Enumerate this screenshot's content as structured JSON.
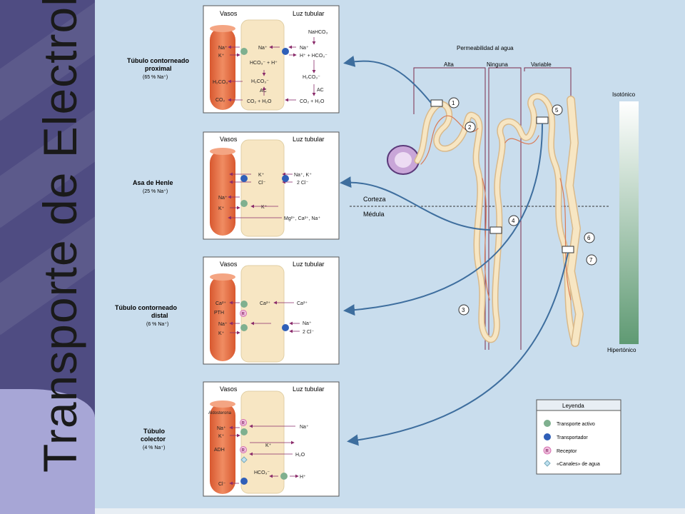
{
  "slide_title": "Transporte de Electrolitos",
  "boxes": [
    {
      "id": "proximal",
      "header_left": "Vasos",
      "header_right": "Luz tubular",
      "label_lines": [
        "Túbulo contorneado",
        "proximal"
      ],
      "percent": "(65 % Na⁺)",
      "texts": [
        "Na⁺",
        "K⁺",
        "H₂CO₃⁻",
        "CO₂",
        "Na⁺",
        "HCO₃⁻ + H⁺",
        "H₂CO₃⁻",
        "AC",
        "CO₂ + H₂O",
        "NaHCO₃",
        "Na⁺",
        "H⁺ + HCO₃⁻",
        "H₂CO₃⁻",
        "AC",
        "CO₂ + H₂O"
      ]
    },
    {
      "id": "henle",
      "header_left": "Vasos",
      "header_right": "Luz tubular",
      "label_lines": [
        "Asa de Henle"
      ],
      "percent": "(25 % Na⁺)",
      "texts": [
        "K⁺",
        "Cl⁻",
        "Na⁺, K⁺",
        "2 Cl⁻",
        "Na⁺",
        "K⁺",
        "K⁺",
        "Mg²⁺, Ca²⁺, Na⁺"
      ]
    },
    {
      "id": "distal",
      "header_left": "Vasos",
      "header_right": "Luz tubular",
      "label_lines": [
        "Túbulo contorneado",
        "distal"
      ],
      "percent": "(6 % Na⁺)",
      "texts": [
        "Ca²⁺",
        "PTH",
        "Ca²⁺",
        "Ca²⁺",
        "Na⁺",
        "K⁺",
        "Na⁺",
        "2 Cl⁻"
      ]
    },
    {
      "id": "colector",
      "header_left": "Vasos",
      "header_right": "Luz tubular",
      "label_lines": [
        "Túbulo",
        "colector"
      ],
      "percent": "(4 % Na⁺)",
      "texts": [
        "Aldosterona",
        "Na⁺",
        "K⁺",
        "ADH",
        "Na⁺",
        "K⁺",
        "H₂O",
        "Cl⁻",
        "HCO₃⁻",
        "H⁺"
      ]
    }
  ],
  "permeability": {
    "title": "Permeabilidad al agua",
    "columns": [
      "Alta",
      "Ninguna",
      "Variable"
    ]
  },
  "regions": {
    "cortex": "Corteza",
    "medulla": "Médula"
  },
  "gradient": {
    "top": "Isotónico",
    "bottom": "Hipertónico"
  },
  "markers": [
    "1",
    "2",
    "3",
    "4",
    "5",
    "6",
    "7"
  ],
  "legend": {
    "title": "Leyenda",
    "items": [
      {
        "label": "Transporte activo",
        "symbol": "green-circle"
      },
      {
        "label": "Transportador",
        "symbol": "blue-circle"
      },
      {
        "label": "Receptor",
        "symbol": "receptor-R"
      },
      {
        "label": "«Canales» de agua",
        "symbol": "water-channel-diamond"
      }
    ]
  },
  "colors": {
    "sidebar": "#4f4c82",
    "panel": "#c9dded",
    "vessel": "#e5744a",
    "active_transport": "#7fb08f",
    "transporter": "#2f5fb8",
    "receptor": "#d56fb0",
    "arrow": "#3e6e9e",
    "tubule": "#f7e6c3"
  }
}
